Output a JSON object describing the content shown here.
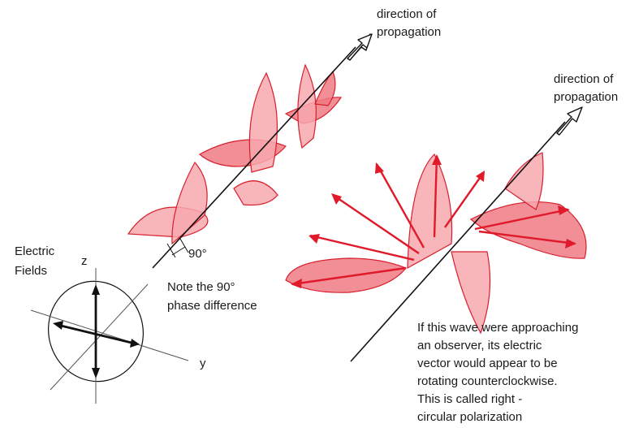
{
  "labels": {
    "direction_left_1": "direction of",
    "direction_left_2": "propagation",
    "direction_right_1": "direction of",
    "direction_right_2": "propagation",
    "electric_1": "Electric",
    "electric_2": "Fields",
    "axis_z": "z",
    "axis_y": "y",
    "angle": "90°",
    "note_1": "Note the 90°",
    "note_2": "phase difference",
    "caption_1": "If this wave were approaching",
    "caption_2": "an observer, its electric",
    "caption_3": "vector would appear to be",
    "caption_4": "rotating counterclockwise.",
    "caption_5": "This is called right -",
    "caption_6": "circular polarization"
  },
  "colors": {
    "wave_fill": "#f7a8ae",
    "wave_fill_dark": "#ee7a84",
    "wave_stroke": "#d81e2c",
    "vector": "#e0192b",
    "line": "#111111"
  }
}
